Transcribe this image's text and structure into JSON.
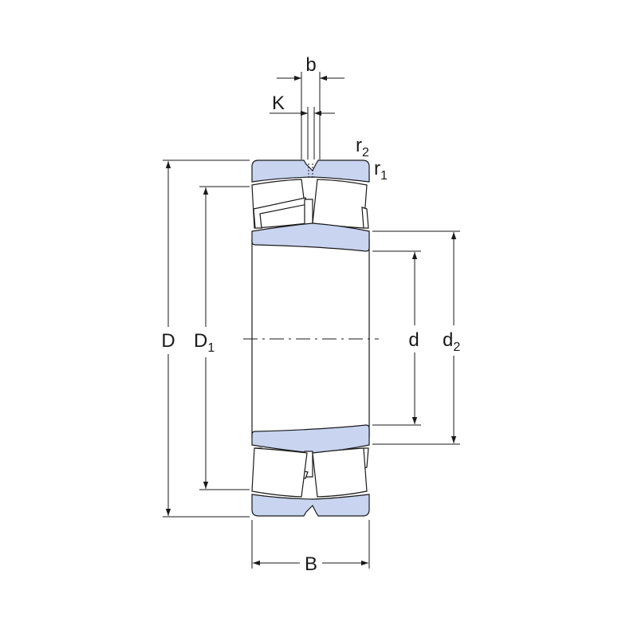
{
  "colors": {
    "part_fill": "#c8d4f0",
    "line": "#1a1a1a"
  },
  "labels": {
    "b": "b",
    "K": "K",
    "r2": {
      "main": "r",
      "sub": "2"
    },
    "r1": {
      "main": "r",
      "sub": "1"
    },
    "D": "D",
    "D1": {
      "main": "D",
      "sub": "1"
    },
    "d": "d",
    "d2": {
      "main": "d",
      "sub": "2"
    },
    "B": "B"
  }
}
